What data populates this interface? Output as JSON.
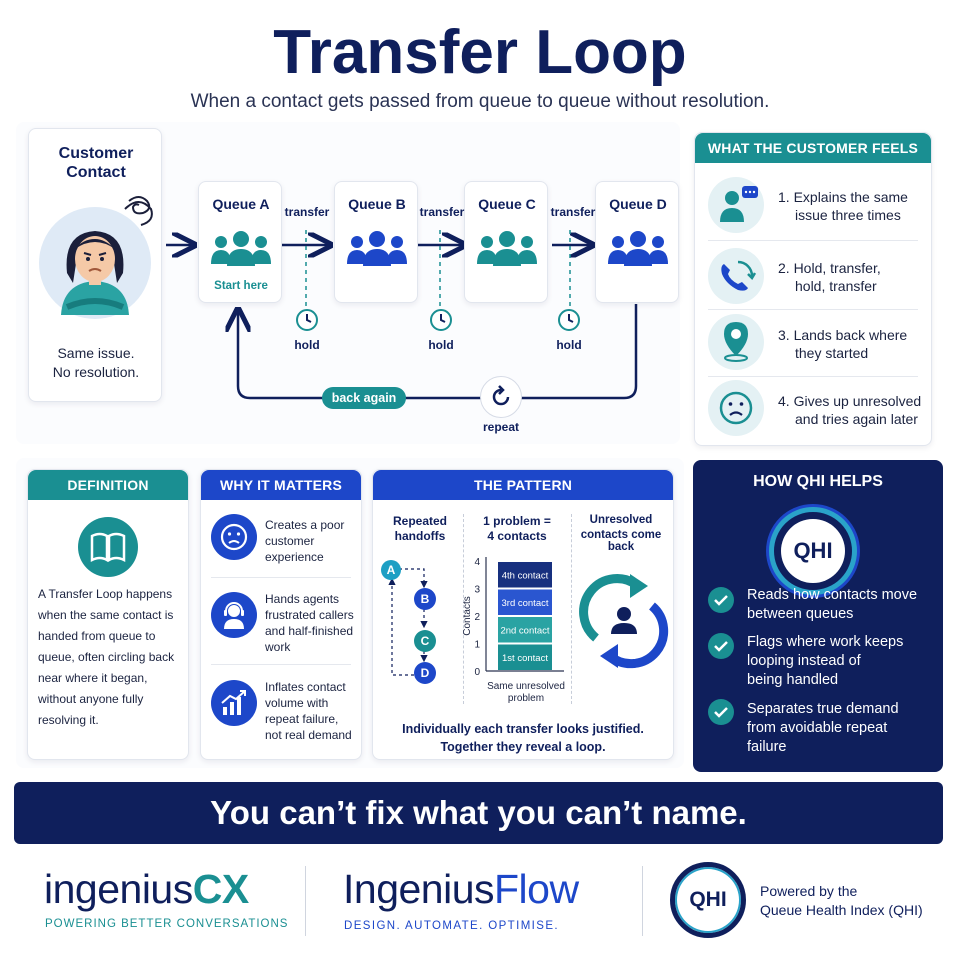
{
  "header": {
    "title": "Transfer Loop",
    "subtitle": "When a contact gets passed from queue to queue without resolution."
  },
  "customer": {
    "title_line1": "Customer",
    "title_line2": "Contact",
    "caption_line1": "Same issue.",
    "caption_line2": "No resolution."
  },
  "flow": {
    "queues": [
      {
        "label": "Queue A",
        "sub": "Start here",
        "color": "#1a8f92"
      },
      {
        "label": "Queue B",
        "sub": "",
        "color": "#1d47c9"
      },
      {
        "label": "Queue C",
        "sub": "",
        "color": "#1a8f92"
      },
      {
        "label": "Queue D",
        "sub": "",
        "color": "#1d47c9"
      }
    ],
    "transfer_label": "transfer",
    "hold_label": "hold",
    "back_label": "back again",
    "repeat_label": "repeat"
  },
  "feels": {
    "header": "WHAT THE CUSTOMER FEELS",
    "items": [
      {
        "line1": "1. Explains the same",
        "line2": "issue three times",
        "icon": "speech-person-icon"
      },
      {
        "line1": "2. Hold, transfer,",
        "line2": "hold, transfer",
        "icon": "phone-cycle-icon"
      },
      {
        "line1": "3. Lands back where",
        "line2": "they started",
        "icon": "location-pin-icon"
      },
      {
        "line1": "4. Gives up unresolved",
        "line2": "and tries again later",
        "icon": "sad-face-icon"
      }
    ]
  },
  "definition": {
    "header": "DEFINITION",
    "lines": [
      "A Transfer Loop happens",
      "when the same contact is",
      "handed from queue to",
      "queue, often circling back",
      "near where it began,",
      "without anyone fully",
      "resolving it."
    ]
  },
  "why": {
    "header": "WHY IT MATTERS",
    "items": [
      {
        "lines": [
          "Creates a poor",
          "customer",
          "experience"
        ],
        "icon": "sad-face-icon"
      },
      {
        "lines": [
          "Hands agents",
          "frustrated callers",
          "and half-finished",
          "work"
        ],
        "icon": "headset-agent-icon"
      },
      {
        "lines": [
          "Inflates contact",
          "volume with",
          "repeat failure,",
          "not real demand"
        ],
        "icon": "rising-chart-icon"
      }
    ]
  },
  "pattern": {
    "header": "THE PATTERN",
    "col1_title_line1": "Repeated",
    "col1_title_line2": "handoffs",
    "nodes": [
      "A",
      "B",
      "C",
      "D"
    ],
    "col2_title_line1": "1 problem =",
    "col2_title_line2": "4 contacts",
    "col3_title_line1": "Unresolved",
    "col3_title_line2": "contacts come back",
    "footer_line1": "Individually each transfer looks justified.",
    "footer_line2": "Together they reveal a loop."
  },
  "chart_data": {
    "type": "bar",
    "stacked": true,
    "categories": [
      "Same unresolved problem"
    ],
    "xlabel_line1": "Same unresolved",
    "xlabel_line2": "problem",
    "ylabel": "Contacts",
    "ylim": [
      0,
      4
    ],
    "yticks": [
      "0",
      "1",
      "2",
      "3",
      "4"
    ],
    "series": [
      {
        "name": "1st contact",
        "values": [
          1
        ],
        "color": "#1a8f92"
      },
      {
        "name": "2nd contact",
        "values": [
          1
        ],
        "color": "#2aa3a3"
      },
      {
        "name": "3rd contact",
        "values": [
          1
        ],
        "color": "#2a56d0"
      },
      {
        "name": "4th contact",
        "values": [
          1
        ],
        "color": "#17307f"
      }
    ]
  },
  "qhi_help": {
    "header": "HOW QHI HELPS",
    "logo_text": "QHI",
    "items": [
      {
        "line1": "Reads how contacts move",
        "line2": "between queues",
        "line3": ""
      },
      {
        "line1": "Flags where work keeps",
        "line2": "looping instead of",
        "line3": "being handled"
      },
      {
        "line1": "Separates true demand",
        "line2": "from avoidable repeat",
        "line3": "failure"
      }
    ]
  },
  "banner": {
    "text": "You can’t fix what you can’t name."
  },
  "footer": {
    "brand1_a": "ingenius",
    "brand1_b": "CX",
    "brand1_tag": "POWERING BETTER CONVERSATIONS",
    "brand2_a": "Ingenius",
    "brand2_b": "Flow",
    "brand2_tag": "DESIGN. AUTOMATE. OPTIMISE.",
    "qhi_logo": "QHI",
    "powered_line1": "Powered by the",
    "powered_line2": "Queue Health Index (QHI)"
  },
  "colors": {
    "navy": "#0f1f5c",
    "teal": "#1a8f92",
    "blue": "#1d47c9"
  }
}
